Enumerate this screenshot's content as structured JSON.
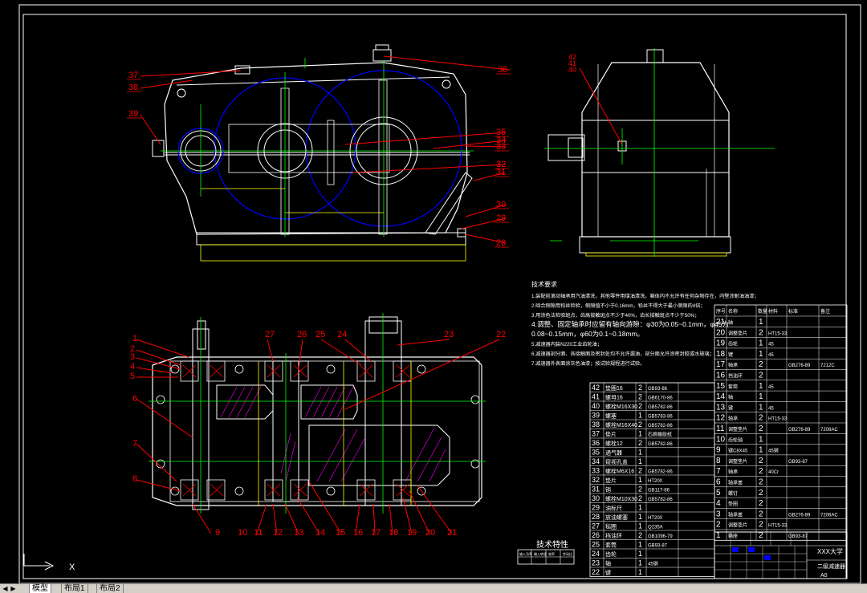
{
  "tabs": [
    {
      "label": "模型"
    },
    {
      "label": "布局1"
    },
    {
      "label": "布局2"
    }
  ],
  "nav": [
    "◀",
    "▶"
  ],
  "ucs": {
    "x_label": "X"
  },
  "colors": {
    "background": "#000000",
    "outline": "#ffffff",
    "centerline": "#00ff00",
    "leader": "#ff0000",
    "dimension": "#ffff00",
    "pitch_circle": "#0000ff",
    "hatch": "#ff00ff"
  },
  "callouts_top": [
    "37",
    "38",
    "39",
    "36",
    "35",
    "34",
    "33",
    "32",
    "31",
    "30",
    "29",
    "28"
  ],
  "callouts_side": [
    "42",
    "41",
    "40"
  ],
  "callouts_plan_top": [
    "1",
    "2",
    "3",
    "4",
    "5",
    "6",
    "7",
    "8",
    "27",
    "26",
    "25",
    "24",
    "23",
    "22"
  ],
  "callouts_plan_bottom": [
    "9",
    "10",
    "11",
    "12",
    "13",
    "14",
    "15",
    "16",
    "17",
    "18",
    "19",
    "20",
    "21"
  ],
  "tech_req": {
    "title": "技术要求",
    "lines": [
      "1.装配前滚动轴承用汽油清洗，其他零件用煤油清洗。箱体内不允许有任何杂物存在，内壁涂耐油油漆；",
      "2.啮合侧隙用铅丝检验，侧隙值不小于0.16mm，铅丝不得大于最小侧隙的4倍；",
      "3.用涂色法检验斑点，齿高接触斑点不少于40%，齿长接触斑点不少于50%；",
      "4.调整、固定轴承时应留有轴向游隙：φ30为0.05~0.1mm，φ45为",
      "0.08~0.15mm，φ60为0.1~0.18mm。",
      "5.减速器内装N220工业齿轮油；",
      "6.减速器剖分面、各接触面及密封处均不允许漏油，剖分面允许涂密封胶或水玻璃；",
      "7.减速器外表面涂灰色油漆；按试验规程进行试验。"
    ]
  },
  "tech_char": {
    "title": "技术特性",
    "headers": [
      "输入功率",
      "输入转速",
      "效率",
      "传动比"
    ]
  },
  "bom_left": {
    "rows": [
      [
        "42",
        "垫圈16",
        "2",
        "GB93-86"
      ],
      [
        "41",
        "螺母16",
        "2",
        "GB6170-86"
      ],
      [
        "40",
        "螺栓M16X30",
        "2",
        "GB5782-86"
      ],
      [
        "39",
        "螺塞",
        "1",
        "GB5783-86"
      ],
      [
        "38",
        "螺栓M16X40",
        "2",
        "GB5782-86"
      ],
      [
        "37",
        "垫片",
        "1",
        "石棉橡胶纸"
      ],
      [
        "36",
        "螺栓12",
        "2",
        "GB5782-86"
      ],
      [
        "35",
        "通气器",
        "1",
        ""
      ],
      [
        "34",
        "窥视孔盖",
        "1",
        ""
      ],
      [
        "33",
        "螺栓M6X16",
        "2",
        "GB5782-86"
      ],
      [
        "32",
        "垫片",
        "1",
        "HT200"
      ],
      [
        "31",
        "销",
        "2",
        "GB117-86"
      ],
      [
        "30",
        "螺栓M10X30",
        "2",
        "GB5782-86"
      ],
      [
        "29",
        "油标尺",
        "1",
        ""
      ],
      [
        "28",
        "放油螺塞",
        "1",
        "HT200"
      ],
      [
        "27",
        "毡圈",
        "1",
        "Q235A"
      ],
      [
        "26",
        "挡油环",
        "2",
        "GB1096-79"
      ],
      [
        "25",
        "套筒",
        "1",
        "GB93-87"
      ],
      [
        "24",
        "齿轮",
        "1",
        ""
      ],
      [
        "23",
        "轴",
        "1",
        "45钢"
      ],
      [
        "22",
        "键",
        "1",
        ""
      ]
    ]
  },
  "bom_right": {
    "header": [
      "序号",
      "名称",
      "数量",
      "材料",
      "标准",
      "备注"
    ],
    "rows": [
      [
        "21",
        "轴",
        "1",
        "",
        "",
        ""
      ],
      [
        "20",
        "调整垫片",
        "2",
        "HT15-33",
        "",
        ""
      ],
      [
        "19",
        "齿轮",
        "1",
        "45",
        "",
        ""
      ],
      [
        "18",
        "键",
        "1",
        "45",
        "",
        ""
      ],
      [
        "17",
        "轴承",
        "2",
        "",
        "GB276-89",
        "7212C"
      ],
      [
        "16",
        "挡油环",
        "2",
        "",
        "",
        ""
      ],
      [
        "15",
        "套筒",
        "1",
        "45",
        "",
        ""
      ],
      [
        "14",
        "轴",
        "1",
        "",
        "",
        ""
      ],
      [
        "13",
        "键",
        "1",
        "45",
        "",
        ""
      ],
      [
        "12",
        "轴承",
        "2",
        "HT15-33",
        "",
        ""
      ],
      [
        "11",
        "调整垫片",
        "2",
        "",
        "GB276-89",
        "7208AC"
      ],
      [
        "10",
        "齿轮轴",
        "1",
        "",
        "",
        ""
      ],
      [
        "9",
        "键C8X45",
        "1",
        "45钢",
        "",
        ""
      ],
      [
        "8",
        "调整垫片",
        "2",
        "",
        "GB93-87",
        ""
      ],
      [
        "7",
        "轴承",
        "2",
        "40Cr",
        "",
        ""
      ],
      [
        "6",
        "轴承盖",
        "2",
        "",
        "",
        ""
      ],
      [
        "5",
        "螺钉",
        "2",
        "",
        "",
        ""
      ],
      [
        "4",
        "垫圈",
        "2",
        "",
        "",
        ""
      ],
      [
        "3",
        "轴承盖",
        "2",
        "",
        "GB276-89",
        "7206AC"
      ],
      [
        "2",
        "调整垫片",
        "2",
        "HT15-33",
        "",
        ""
      ],
      [
        "1",
        "箱座",
        "2",
        "",
        "GB93-87",
        ""
      ]
    ]
  },
  "title_block": {
    "school": "XXX大学",
    "drawing_name": "二级减速器",
    "sheet_size": "A0"
  }
}
